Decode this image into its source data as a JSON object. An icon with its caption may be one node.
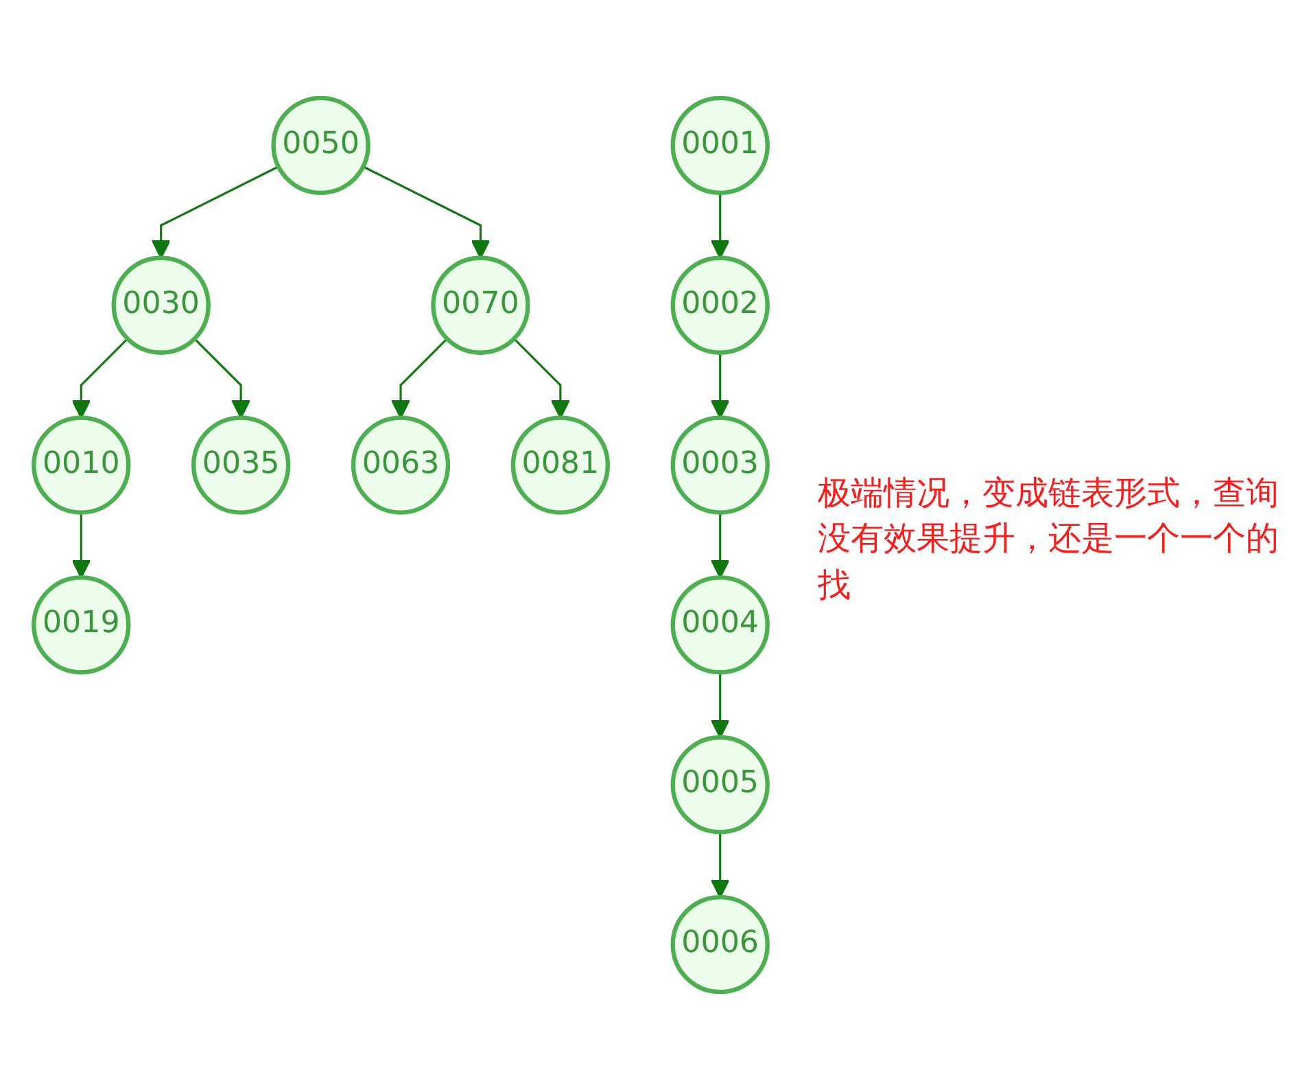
{
  "diagram": {
    "nodes": [
      {
        "text": [
          "0050"
        ]
      },
      {
        "text": [
          "0030"
        ]
      },
      {
        "text": [
          "0070"
        ]
      },
      {
        "text": [
          "0010"
        ]
      },
      {
        "text": [
          "0035"
        ]
      },
      {
        "text": [
          "0063"
        ]
      },
      {
        "text": [
          "0081"
        ]
      },
      {
        "text": [
          "0019"
        ]
      },
      {
        "text": [
          "0001"
        ]
      },
      {
        "text": [
          "0002"
        ]
      },
      {
        "text": [
          "0003"
        ]
      },
      {
        "text": [
          "0004"
        ]
      },
      {
        "text": [
          "0005"
        ]
      },
      {
        "text": [
          "0006"
        ]
      }
    ],
    "edges": [
      {
        "from": 0,
        "to": 1,
        "arrow": "to"
      },
      {
        "from": 0,
        "to": 2,
        "arrow": "to"
      },
      {
        "from": 1,
        "to": 3,
        "arrow": "to"
      },
      {
        "from": 1,
        "to": 4,
        "arrow": "to"
      },
      {
        "from": 2,
        "to": 5,
        "arrow": "to"
      },
      {
        "from": 2,
        "to": 6,
        "arrow": "to"
      },
      {
        "from": 3,
        "to": 7,
        "arrow": "to"
      },
      {
        "from": 8,
        "to": 9,
        "arrow": "to"
      },
      {
        "from": 9,
        "to": 10,
        "arrow": "to"
      },
      {
        "from": 10,
        "to": 11,
        "arrow": "to"
      },
      {
        "from": 11,
        "to": 12,
        "arrow": "to"
      },
      {
        "from": 12,
        "to": 13,
        "arrow": "to"
      }
    ],
    "labels": [
      "极端情况，变成链表形式，查询没有效果提升，还是一个一个的找"
    ]
  }
}
